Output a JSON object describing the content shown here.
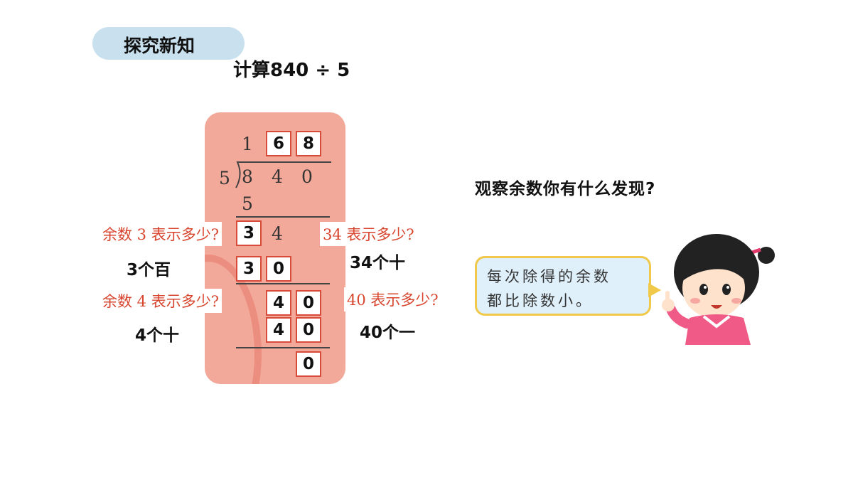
{
  "section_tag": "探究新知",
  "problem": "计算840 ÷ 5",
  "division": {
    "quotient_fixed": "1",
    "quotient_boxes": [
      "6",
      "8"
    ],
    "divisor": "5",
    "dividend": [
      "8",
      "4",
      "0"
    ],
    "step1": "5",
    "remainder1": "3",
    "bring_down1": "4",
    "product2": [
      "3",
      "0"
    ],
    "remainder2": [
      "4",
      "0"
    ],
    "product3": [
      "4",
      "0"
    ],
    "final_remainder": "0"
  },
  "questions": {
    "q1": "余数 3 表示多少?",
    "a1": "3个百",
    "q2": "34 表示多少?",
    "a2": "34个十",
    "q3": "余数 4 表示多少?",
    "a3": "4个十",
    "q4": "40 表示多少?",
    "a4": "40个一"
  },
  "observe_prompt": "观察余数你有什么发现?",
  "bubble": {
    "line1": "每次除得的余数",
    "line2": "都比除数小。"
  },
  "colors": {
    "card": "#f3a99a",
    "question_red": "#d8452f",
    "box_border": "#d84a3a",
    "tag": "#c9e0ee",
    "bubble_bg": "#dff0fb",
    "bubble_border": "#f0c84a"
  }
}
